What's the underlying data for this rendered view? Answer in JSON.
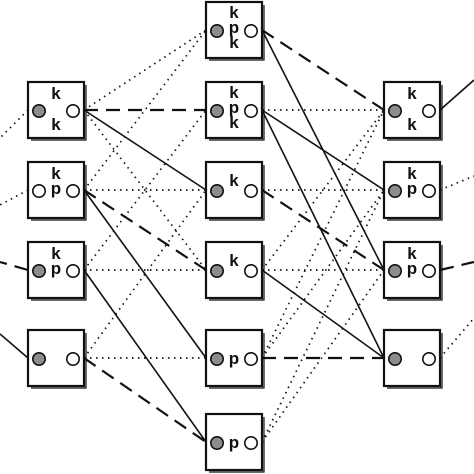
{
  "diagram": {
    "nodes": [
      {
        "id": "L1",
        "labels": [
          "k",
          "k"
        ],
        "left_circle": "filled",
        "right_circle": "empty"
      },
      {
        "id": "L2",
        "labels": [
          "k",
          "p"
        ],
        "left_circle": "empty",
        "right_circle": "empty"
      },
      {
        "id": "L3",
        "labels": [
          "k",
          "p"
        ],
        "left_circle": "filled",
        "right_circle": "empty"
      },
      {
        "id": "L4",
        "labels": [],
        "left_circle": "filled",
        "right_circle": "empty"
      },
      {
        "id": "M0",
        "labels": [
          "k",
          "p",
          "k"
        ],
        "left_circle": "filled",
        "right_circle": "empty"
      },
      {
        "id": "M1",
        "labels": [
          "k",
          "p",
          "k"
        ],
        "left_circle": "filled",
        "right_circle": "empty"
      },
      {
        "id": "M2",
        "labels": [
          "k"
        ],
        "left_circle": "filled",
        "right_circle": "empty"
      },
      {
        "id": "M3",
        "labels": [
          "k"
        ],
        "left_circle": "filled",
        "right_circle": "empty"
      },
      {
        "id": "M4",
        "labels": [
          "p"
        ],
        "left_circle": "filled",
        "right_circle": "empty"
      },
      {
        "id": "M5",
        "labels": [
          "p"
        ],
        "left_circle": "filled",
        "right_circle": "empty"
      },
      {
        "id": "R1",
        "labels": [
          "k",
          "k"
        ],
        "left_circle": "filled",
        "right_circle": "empty"
      },
      {
        "id": "R2",
        "labels": [
          "k",
          "p"
        ],
        "left_circle": "filled",
        "right_circle": "empty"
      },
      {
        "id": "R3",
        "labels": [
          "k",
          "p"
        ],
        "left_circle": "filled",
        "right_circle": "empty"
      },
      {
        "id": "R4",
        "labels": [],
        "left_circle": "filled",
        "right_circle": "empty"
      }
    ],
    "edges": [
      {
        "from": "L1",
        "to": "M1",
        "style": "dashed"
      },
      {
        "from": "L1",
        "to": "M2",
        "style": "solid"
      },
      {
        "from": "L1",
        "to": "M0",
        "style": "dotted"
      },
      {
        "from": "L1",
        "to": "M3",
        "style": "dotted"
      },
      {
        "from": "L2",
        "to": "M3",
        "style": "dashed"
      },
      {
        "from": "L2",
        "to": "M4",
        "style": "solid"
      },
      {
        "from": "L2",
        "to": "M0",
        "style": "dotted"
      },
      {
        "from": "L2",
        "to": "M2",
        "style": "dotted"
      },
      {
        "from": "L3",
        "to": "M5",
        "style": "solid"
      },
      {
        "from": "L3",
        "to": "M3",
        "style": "dotted"
      },
      {
        "from": "L3",
        "to": "M1",
        "style": "dotted"
      },
      {
        "from": "L4",
        "to": "M5",
        "style": "dashed"
      },
      {
        "from": "L4",
        "to": "M4",
        "style": "dotted"
      },
      {
        "from": "L4",
        "to": "M2",
        "style": "dotted"
      },
      {
        "from": "M0",
        "to": "R1",
        "style": "dashed"
      },
      {
        "from": "M0",
        "to": "R3",
        "style": "solid"
      },
      {
        "from": "M1",
        "to": "R1",
        "style": "dotted"
      },
      {
        "from": "M1",
        "to": "R2",
        "style": "solid"
      },
      {
        "from": "M1",
        "to": "R4",
        "style": "solid"
      },
      {
        "from": "M2",
        "to": "R2",
        "style": "dotted"
      },
      {
        "from": "M2",
        "to": "R3",
        "style": "dashed"
      },
      {
        "from": "M3",
        "to": "R3",
        "style": "dotted"
      },
      {
        "from": "M3",
        "to": "R1",
        "style": "dotted"
      },
      {
        "from": "M3",
        "to": "R4",
        "style": "solid"
      },
      {
        "from": "M4",
        "to": "R4",
        "style": "dashed"
      },
      {
        "from": "M4",
        "to": "R2",
        "style": "dotted"
      },
      {
        "from": "M4",
        "to": "R1",
        "style": "dotted"
      },
      {
        "from": "M5",
        "to": "R3",
        "style": "dotted"
      },
      {
        "from": "M5",
        "to": "R2",
        "style": "dotted"
      }
    ],
    "stubs": [
      {
        "node": "L1",
        "side": "left",
        "style": "dotted"
      },
      {
        "node": "L2",
        "side": "left",
        "style": "dotted"
      },
      {
        "node": "L3",
        "side": "left",
        "style": "dashed"
      },
      {
        "node": "L4",
        "side": "left",
        "style": "solid"
      },
      {
        "node": "R1",
        "side": "right",
        "style": "solid"
      },
      {
        "node": "R2",
        "side": "right",
        "style": "dotted"
      },
      {
        "node": "R3",
        "side": "right",
        "style": "dashed"
      },
      {
        "node": "R4",
        "side": "right",
        "style": "dotted"
      }
    ]
  }
}
